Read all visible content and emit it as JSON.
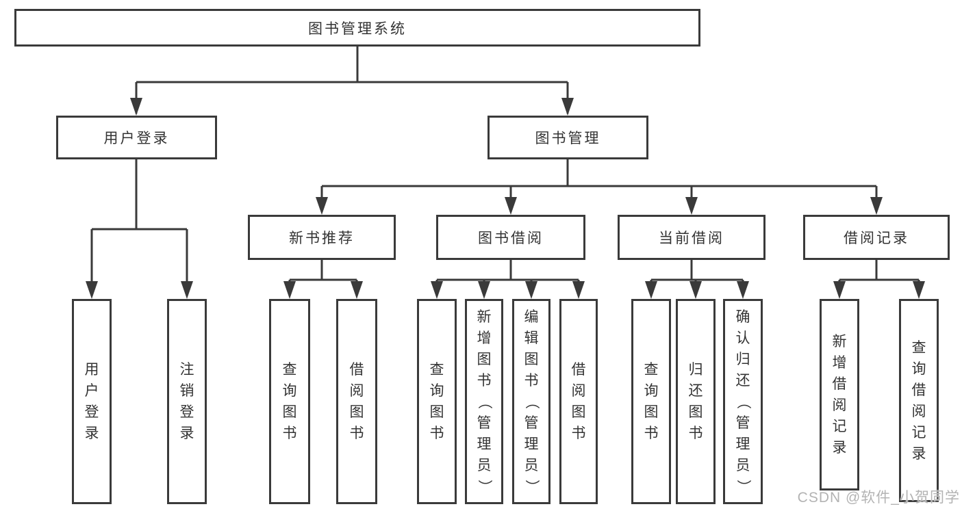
{
  "colors": {
    "line": "#3a3a3a",
    "box_border": "#3a3a3a",
    "box_bg": "#ffffff",
    "text": "#333333",
    "watermark": "#b3b3b3"
  },
  "tree": {
    "root": {
      "label": "图书管理系统"
    },
    "branches": [
      {
        "label": "用户登录",
        "children": [
          {
            "label": "用户登录"
          },
          {
            "label": "注销登录"
          }
        ]
      },
      {
        "label": "图书管理",
        "children": [
          {
            "label": "新书推荐",
            "children": [
              {
                "label": "查询图书"
              },
              {
                "label": "借阅图书"
              }
            ]
          },
          {
            "label": "图书借阅",
            "children": [
              {
                "label": "查询图书"
              },
              {
                "label": "新增图书（管理员）"
              },
              {
                "label": "编辑图书（管理员）"
              },
              {
                "label": "借阅图书"
              }
            ]
          },
          {
            "label": "当前借阅",
            "children": [
              {
                "label": "查询图书"
              },
              {
                "label": "归还图书"
              },
              {
                "label": "确认归还（管理员）"
              }
            ]
          },
          {
            "label": "借阅记录",
            "children": [
              {
                "label": "新增借阅记录"
              },
              {
                "label": "查询借阅记录"
              }
            ]
          }
        ]
      }
    ]
  },
  "watermark": {
    "text": "CSDN @软件_小贺同学"
  }
}
